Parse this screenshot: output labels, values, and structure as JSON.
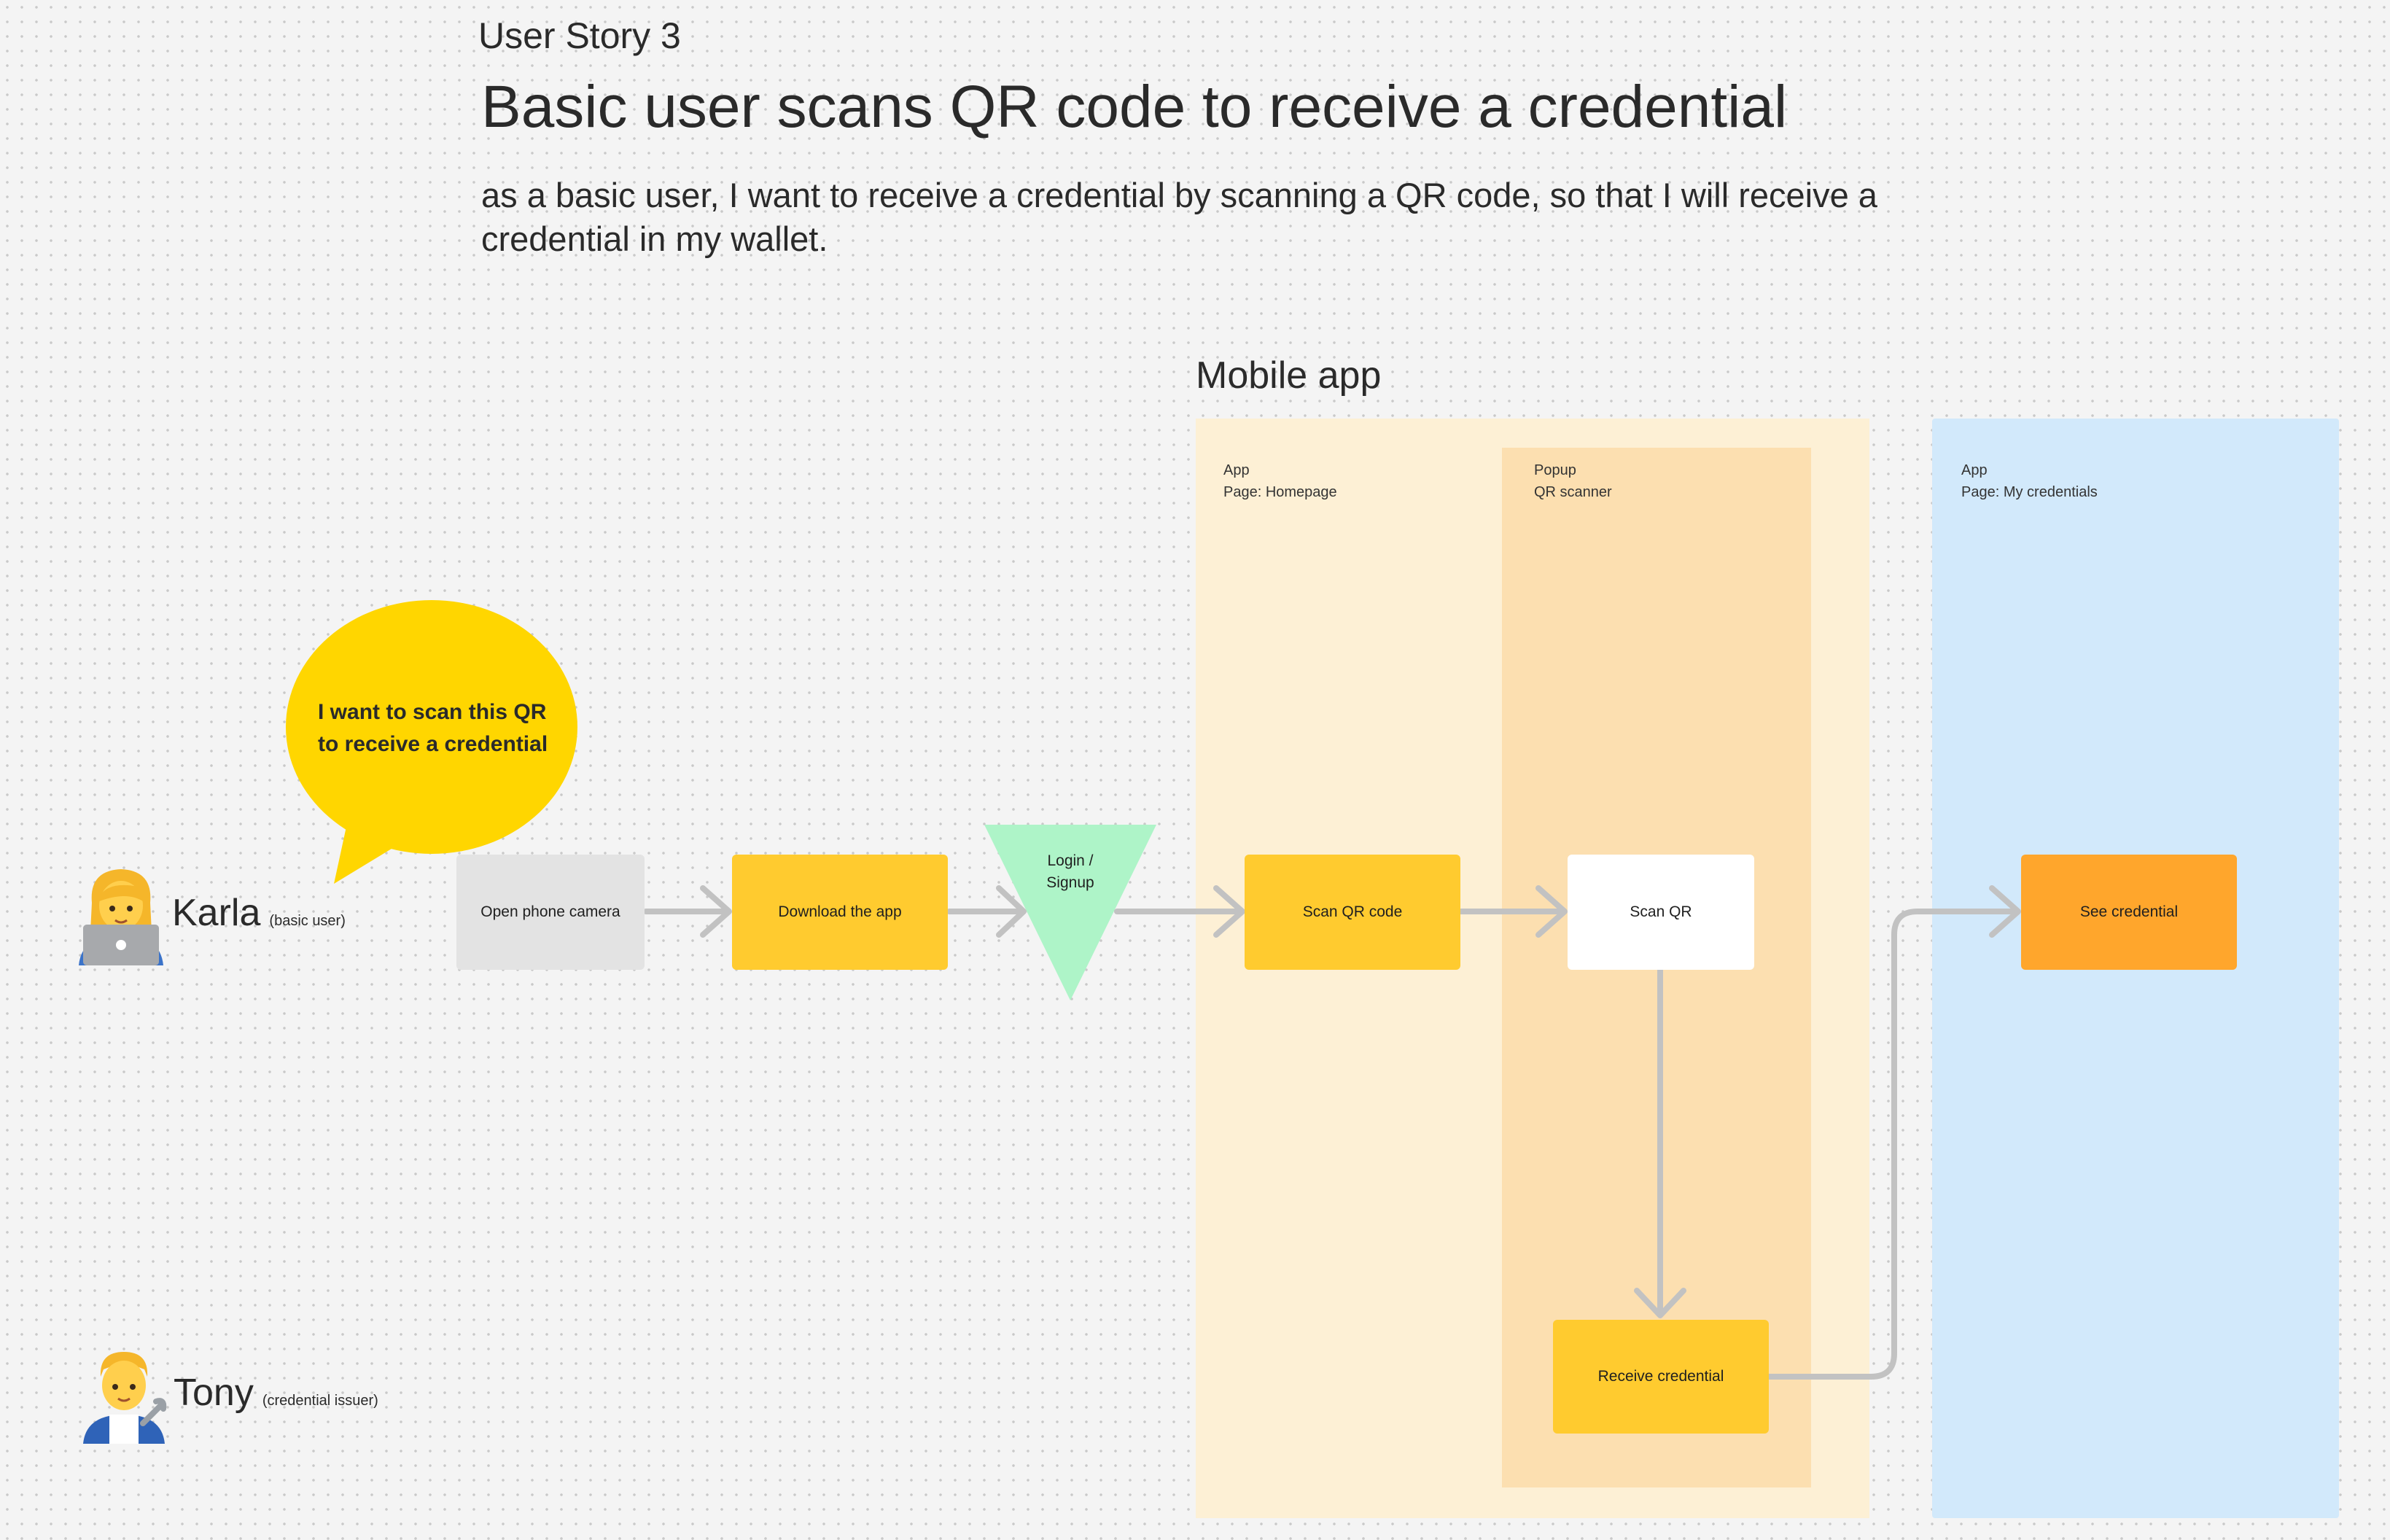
{
  "header": {
    "story_label": "User Story 3",
    "title": "Basic user scans QR code to receive a credential",
    "description": "as a basic user, I want to receive a credential by scanning a QR code, so that I will receive a credential in my wallet."
  },
  "section": {
    "title": "Mobile app"
  },
  "regions": {
    "homepage": {
      "line1": "App",
      "line2": "Page: Homepage",
      "color": "#fdf0d5"
    },
    "qr_scanner": {
      "line1": "Popup",
      "line2": "QR scanner",
      "color": "#fcdfb0"
    },
    "my_credentials": {
      "line1": "App",
      "line2": "Page: My credentials",
      "color": "#d2e9fb"
    }
  },
  "actors": [
    {
      "name": "Karla",
      "role": "(basic user)",
      "icon": "woman-technologist-icon"
    },
    {
      "name": "Tony",
      "role": "(credential issuer)",
      "icon": "man-mechanic-icon"
    }
  ],
  "speech_bubble": {
    "line1": "I want to scan this QR",
    "line2": "to receive a credential",
    "color": "#ffd600"
  },
  "steps": {
    "open_camera": {
      "label": "Open phone camera",
      "color": "#e3e3e3"
    },
    "download_app": {
      "label": "Download the app",
      "color": "#ffcb2f"
    },
    "login_signup": {
      "line1": "Login /",
      "line2": "Signup",
      "color": "#aef4c8"
    },
    "scan_qr_code": {
      "label": "Scan QR code",
      "color": "#ffcb2f"
    },
    "scan_qr": {
      "label": "Scan QR",
      "color": "#ffffff"
    },
    "receive_credential": {
      "label": "Receive credential",
      "color": "#ffcb2f"
    },
    "see_credential": {
      "label": "See credential",
      "color": "#ffa62c"
    }
  },
  "connector_color": "#c2c2c2"
}
